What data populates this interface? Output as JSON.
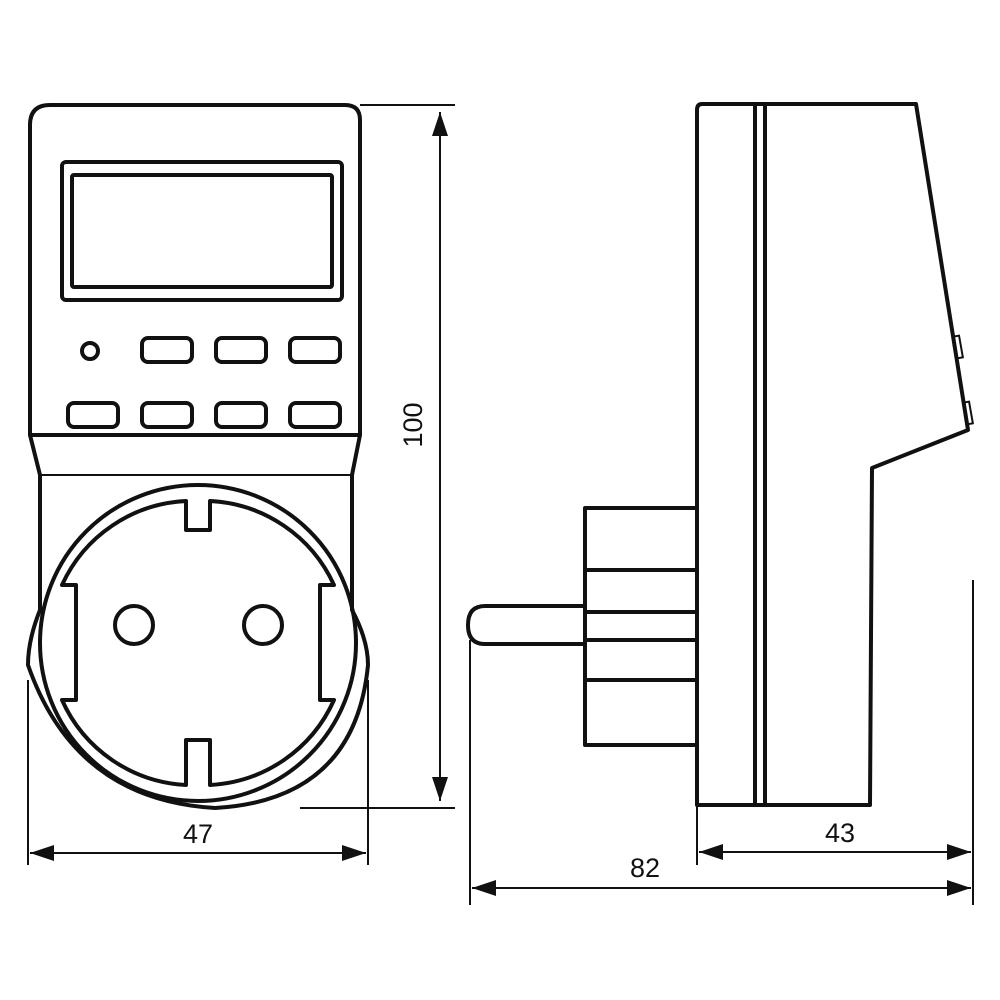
{
  "dimensions": {
    "front_width": "47",
    "height": "100",
    "total_depth": "82",
    "body_depth": "43"
  },
  "colors": {
    "line": "#111111",
    "background": "#ffffff"
  }
}
